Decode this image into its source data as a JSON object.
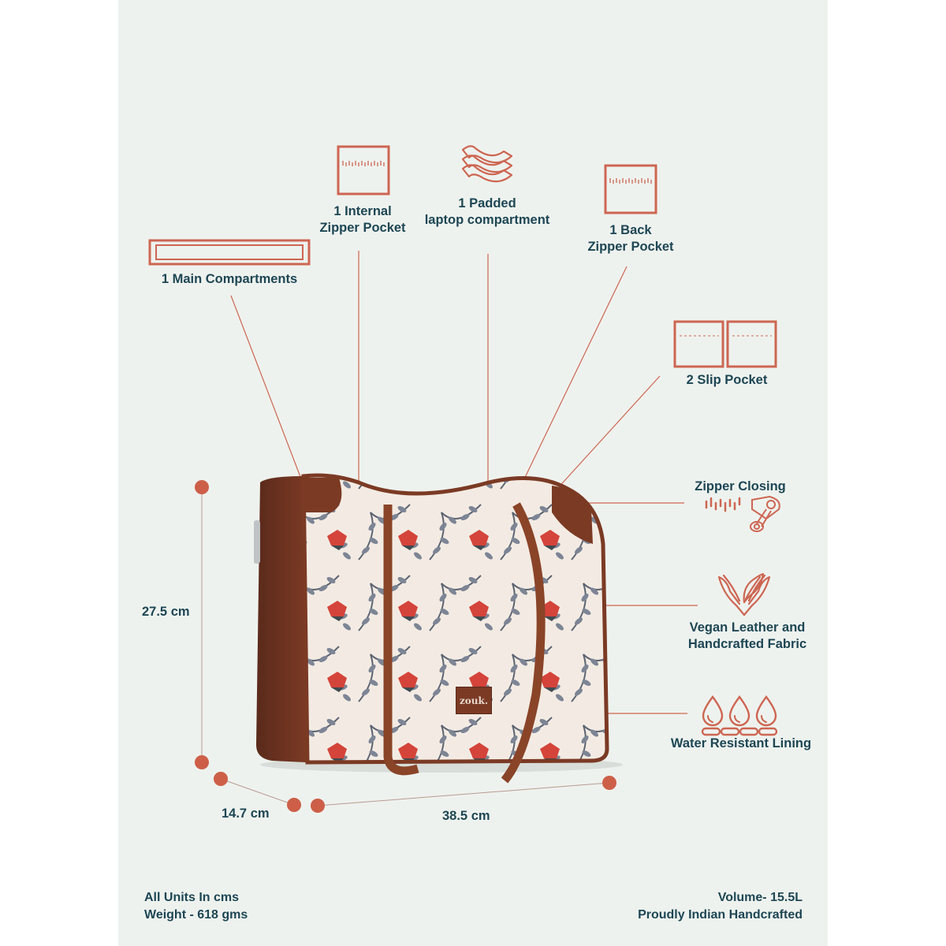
{
  "colors": {
    "panel_bg": "#eef2ee",
    "accent": "#cd6652",
    "text": "#1d4654",
    "leather": "#7b3a24",
    "leather_dark": "#5a2a1b",
    "fabric": "#f4ece4",
    "flower_red": "#d4443a",
    "leaf_grey": "#6d7686"
  },
  "features": {
    "main_compartment": {
      "label": "1 Main Compartments",
      "icon": "compartment-icon"
    },
    "internal_zipper": {
      "line1": "1 Internal",
      "line2": "Zipper Pocket",
      "icon": "zipper-pocket-icon"
    },
    "padded_laptop": {
      "line1": "1 Padded",
      "line2": "laptop compartment",
      "icon": "padded-layers-icon"
    },
    "back_zipper": {
      "line1": "1 Back",
      "line2": "Zipper Pocket",
      "icon": "zipper-pocket-icon"
    },
    "slip_pocket": {
      "label": "2 Slip Pocket",
      "icon": "slip-pocket-icon"
    },
    "zipper_closing": {
      "label": "Zipper Closing",
      "icon": "zipper-pull-icon"
    },
    "vegan_leather": {
      "line1": "Vegan Leather and",
      "line2": "Handcrafted Fabric",
      "icon": "hands-leaf-icon"
    },
    "water_resistant": {
      "label": "Water Resistant Lining",
      "icon": "water-drops-icon"
    }
  },
  "dimensions": {
    "height": "27.5 cm",
    "depth": "14.7 cm",
    "width": "38.5 cm"
  },
  "brand": {
    "logo_text": "zouk."
  },
  "footer": {
    "units": "All Units In cms",
    "weight": "Weight - 618 gms",
    "volume": "Volume- 15.5L",
    "tagline": "Proudly Indian Handcrafted"
  }
}
